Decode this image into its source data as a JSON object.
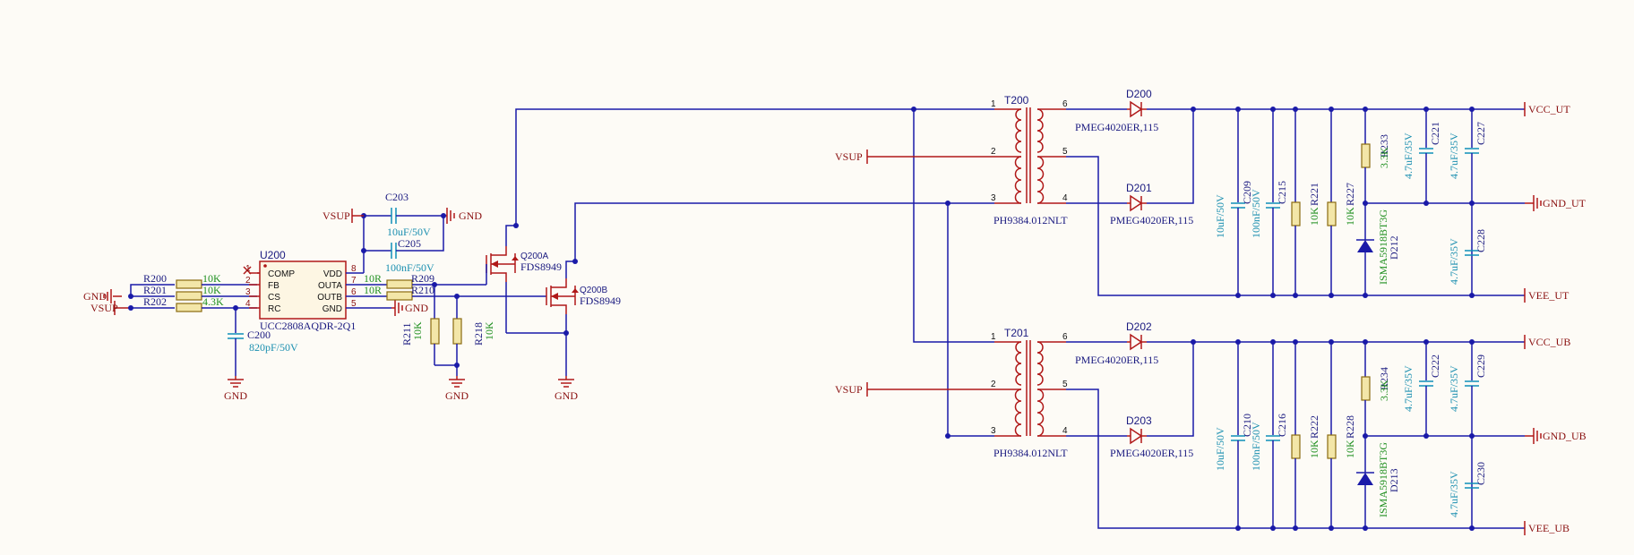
{
  "nets": {
    "gnd": "GND",
    "vsup": "VSUP",
    "vcc_ut": "VCC_UT",
    "gnd_ut": "GND_UT",
    "vee_ut": "VEE_UT",
    "vcc_ub": "VCC_UB",
    "gnd_ub": "GND_UB",
    "vee_ub": "VEE_UB"
  },
  "ic": {
    "designator": "U200",
    "part": "UCC2808AQDR-2Q1",
    "left_pins": [
      {
        "num": "1",
        "name": "COMP"
      },
      {
        "num": "2",
        "name": "FB"
      },
      {
        "num": "3",
        "name": "CS"
      },
      {
        "num": "4",
        "name": "RC"
      }
    ],
    "right_pins": [
      {
        "num": "8",
        "name": "VDD"
      },
      {
        "num": "7",
        "name": "OUTA"
      },
      {
        "num": "6",
        "name": "OUTB"
      },
      {
        "num": "5",
        "name": "GND"
      }
    ]
  },
  "resistors": {
    "r200": {
      "ref": "R200",
      "value": "10K"
    },
    "r201": {
      "ref": "R201",
      "value": "10K"
    },
    "r202": {
      "ref": "R202",
      "value": "4.3K"
    },
    "r209": {
      "ref": "R209",
      "value": "10R"
    },
    "r210": {
      "ref": "R210",
      "value": "10R"
    },
    "r211": {
      "ref": "R211",
      "value": "10K"
    },
    "r218": {
      "ref": "R218",
      "value": "10K"
    },
    "r221": {
      "ref": "R221",
      "value": "10K"
    },
    "r227a": {
      "ref": "R227",
      "value": "10K"
    },
    "r233": {
      "ref": "R233",
      "value": "3.3K"
    },
    "r222": {
      "ref": "R222",
      "value": "10K"
    },
    "r228": {
      "ref": "R228",
      "value": "10K"
    },
    "r234": {
      "ref": "R234",
      "value": "3.3K"
    }
  },
  "capacitors": {
    "c200": {
      "ref": "C200",
      "value": "820pF/50V"
    },
    "c203": {
      "ref": "C203",
      "value": "10uF/50V"
    },
    "c205": {
      "ref": "C205",
      "value": "100nF/50V"
    },
    "c209": {
      "ref": "C209",
      "value": "10uF/50V"
    },
    "c215": {
      "ref": "C215",
      "value": "100nF/50V"
    },
    "c221": {
      "ref": "C221",
      "value": "4.7uF/35V"
    },
    "c227": {
      "ref": "C227",
      "value": "4.7uF/35V"
    },
    "c228": {
      "ref": "C228",
      "value": "4.7uF/35V"
    },
    "c210": {
      "ref": "C210",
      "value": "10uF/50V"
    },
    "c216": {
      "ref": "C216",
      "value": "100nF/50V"
    },
    "c222": {
      "ref": "C222",
      "value": "4.7uF/35V"
    },
    "c229": {
      "ref": "C229",
      "value": "4.7uF/35V"
    },
    "c230": {
      "ref": "C230",
      "value": "4.7uF/35V"
    }
  },
  "mosfets": {
    "q200a": {
      "ref": "Q200A",
      "part": "FDS8949"
    },
    "q200b": {
      "ref": "Q200B",
      "part": "FDS8949"
    }
  },
  "transformers": {
    "t200": {
      "ref": "T200",
      "part": "PH9384.012NLT",
      "pins": [
        "1",
        "2",
        "3",
        "6",
        "5",
        "4"
      ]
    },
    "t201": {
      "ref": "T201",
      "part": "PH9384.012NLT",
      "pins": [
        "1",
        "2",
        "3",
        "6",
        "5",
        "4"
      ]
    }
  },
  "diodes": {
    "d200": {
      "ref": "D200",
      "part": "PMEG4020ER,115"
    },
    "d201": {
      "ref": "D201",
      "part": "PMEG4020ER,115"
    },
    "d202": {
      "ref": "D202",
      "part": "PMEG4020ER,115"
    },
    "d203": {
      "ref": "D203",
      "part": "PMEG4020ER,115"
    },
    "d212": {
      "ref": "D212",
      "part": "ISMA5918BT3G"
    },
    "d213": {
      "ref": "D213",
      "part": "ISMA5918BT3G"
    }
  }
}
